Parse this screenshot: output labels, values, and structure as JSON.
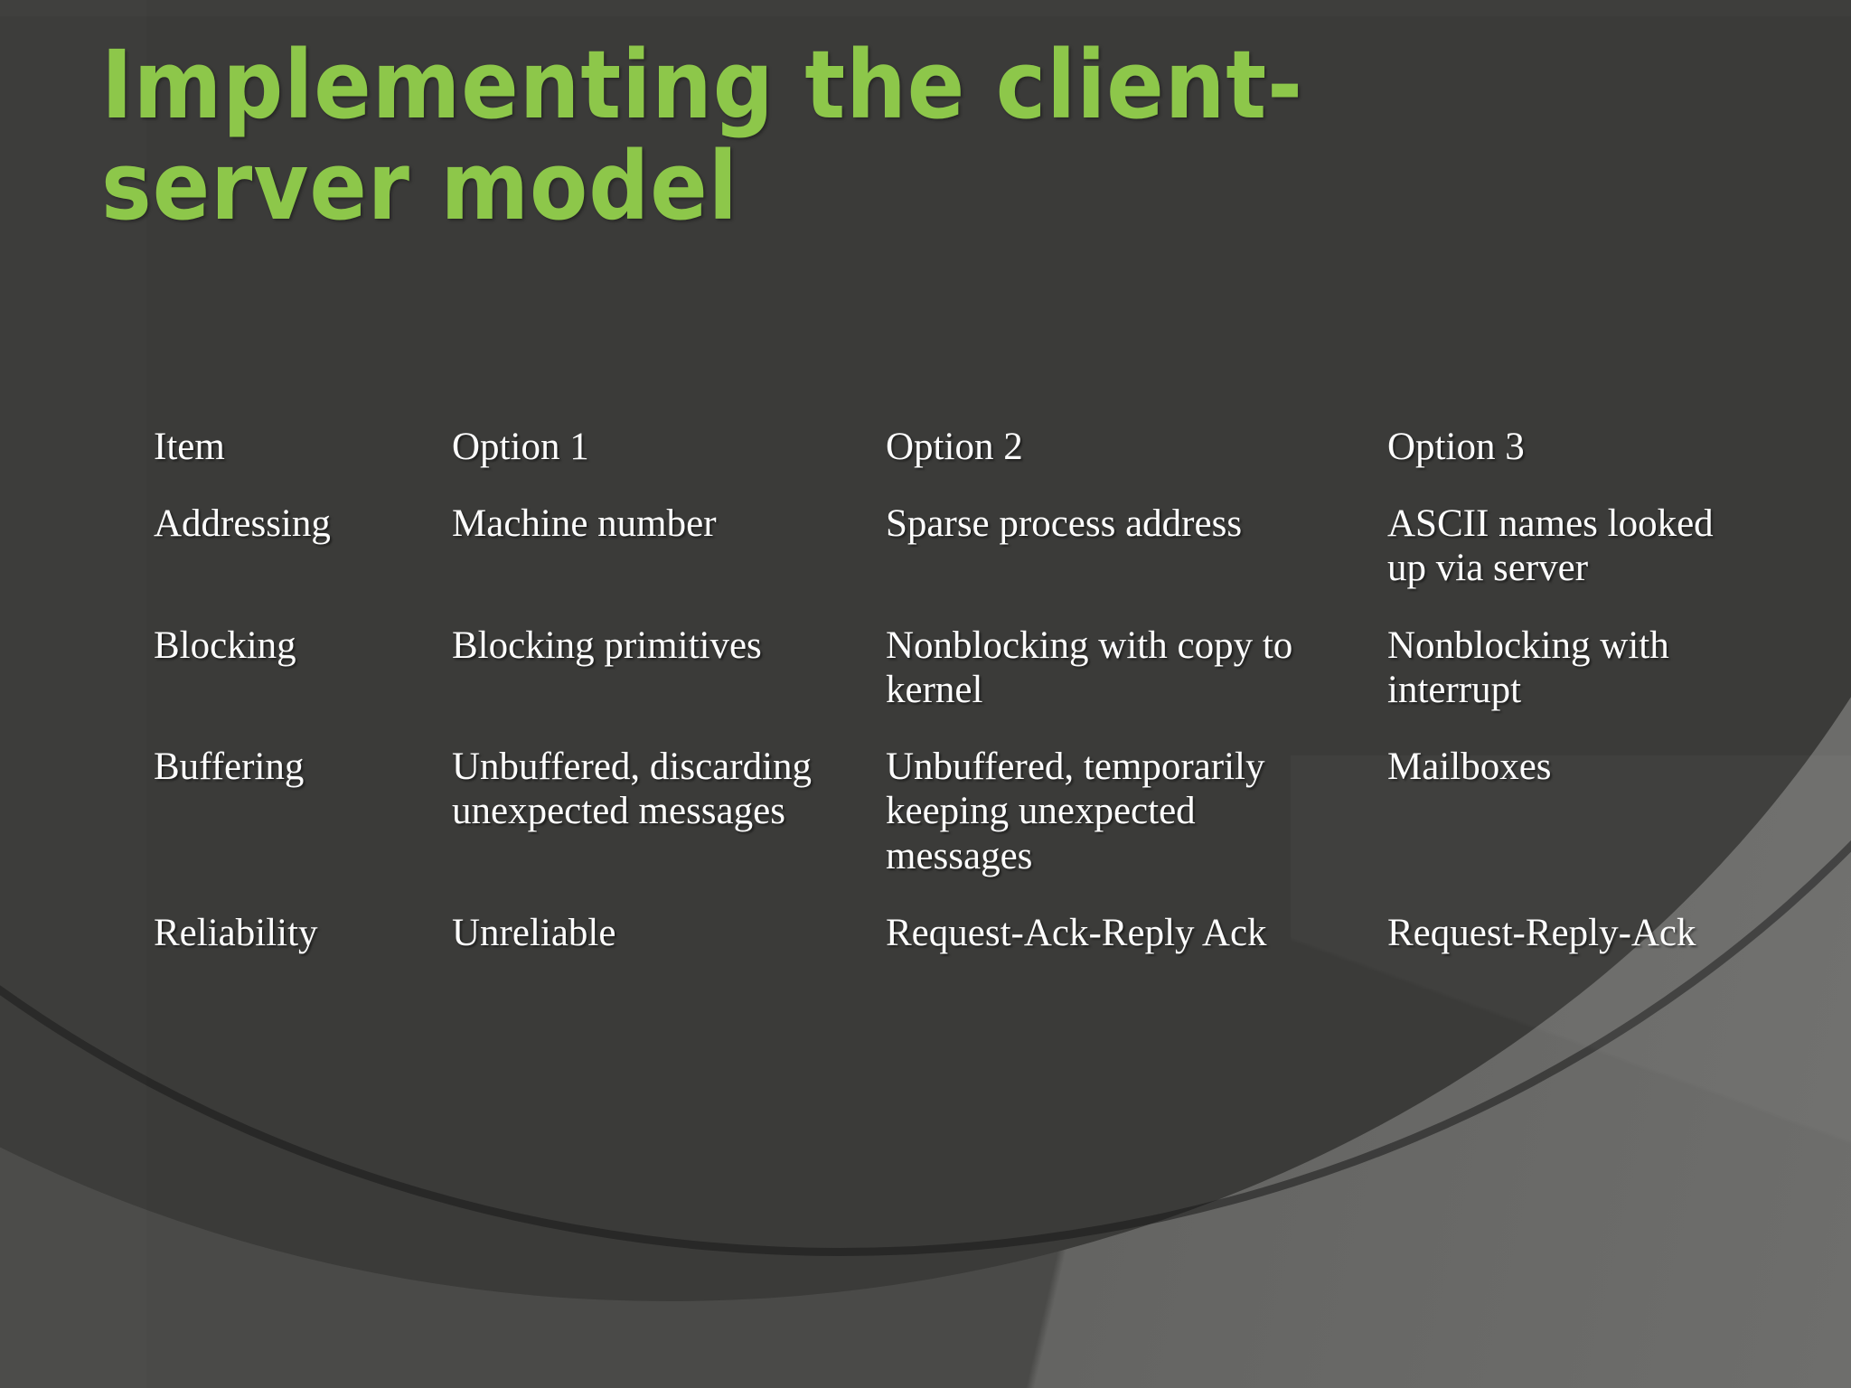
{
  "slide": {
    "title": "Implementing the client-server model",
    "title_color": "#8dc74a",
    "background_color": "#3b3b39",
    "text_color": "#fdfdfd"
  },
  "table": {
    "headers": [
      "Item",
      "Option 1",
      "Option 2",
      "Option 3"
    ],
    "rows": [
      {
        "item": "Addressing",
        "option1": "Machine number",
        "option2": "Sparse process address",
        "option3": "ASCII names looked up via server"
      },
      {
        "item": "Blocking",
        "option1": "Blocking primitives",
        "option2": "Nonblocking with copy to kernel",
        "option3": "Nonblocking with interrupt"
      },
      {
        "item": "Buffering",
        "option1": "Unbuffered, discarding unexpected messages",
        "option2": "Unbuffered, temporarily keeping unexpected messages",
        "option3": "Mailboxes"
      },
      {
        "item": "Reliability",
        "option1": "Unreliable",
        "option2": "Request-Ack-Reply Ack",
        "option3": "Request-Reply-Ack"
      }
    ]
  }
}
